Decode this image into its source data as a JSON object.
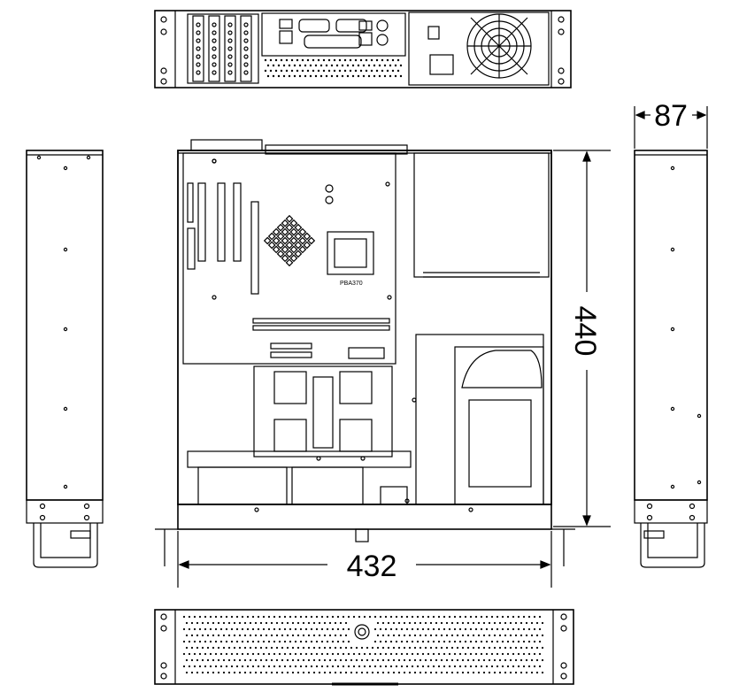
{
  "dimensions": {
    "height": "87",
    "depth": "440",
    "width": "432"
  },
  "board_label": "PBA370"
}
